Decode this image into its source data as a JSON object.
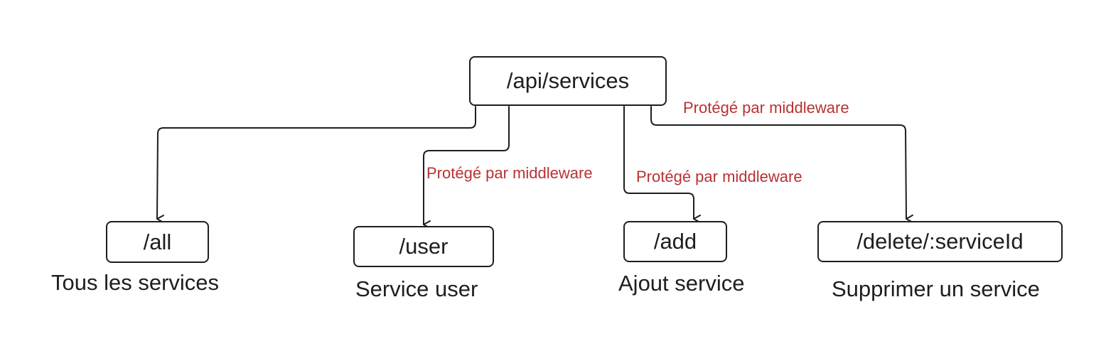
{
  "root": {
    "label": "/api/services"
  },
  "routes": [
    {
      "path": "/all",
      "description": "Tous les services",
      "edge_label": ""
    },
    {
      "path": "/user",
      "description": "Service user",
      "edge_label": "Protégé par middleware"
    },
    {
      "path": "/add",
      "description": "Ajout service",
      "edge_label": "Protégé par middleware"
    },
    {
      "path": "/delete/:serviceId",
      "description": "Supprimer un service",
      "edge_label": "Protégé par middleware"
    }
  ],
  "colors": {
    "stroke": "#1e1e1e",
    "label_red": "#b83232",
    "background": "#ffffff"
  }
}
